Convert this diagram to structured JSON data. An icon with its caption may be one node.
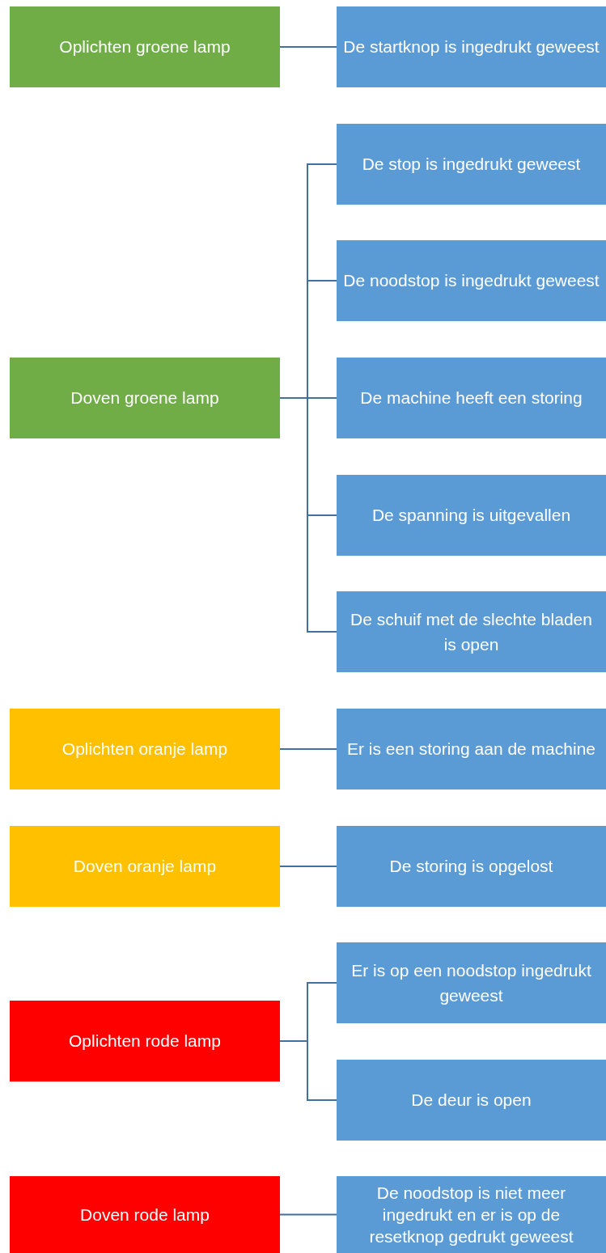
{
  "diagram": {
    "nodes": [
      {
        "text": [
          "Oplichten groene lamp"
        ]
      },
      {
        "text": [
          "De startknop is ingedrukt geweest"
        ]
      },
      {
        "text": [
          "Doven groene lamp"
        ]
      },
      {
        "text": [
          "De stop is ingedrukt geweest"
        ]
      },
      {
        "text": [
          "De noodstop is ingedrukt geweest"
        ]
      },
      {
        "text": [
          "De machine heeft een storing"
        ]
      },
      {
        "text": [
          "De spanning is uitgevallen"
        ]
      },
      {
        "text": [
          "De schuif met de slechte bladen is open"
        ]
      },
      {
        "text": [
          "Oplichten oranje lamp"
        ]
      },
      {
        "text": [
          "Er is een storing aan de machine"
        ]
      },
      {
        "text": [
          "Doven oranje lamp"
        ]
      },
      {
        "text": [
          "De storing is opgelost"
        ]
      },
      {
        "text": [
          "Oplichten rode lamp"
        ]
      },
      {
        "text": [
          "Er is op een noodstop ingedrukt geweest"
        ]
      },
      {
        "text": [
          "De deur is open"
        ]
      },
      {
        "text": [
          "Doven rode lamp"
        ]
      },
      {
        "text": [
          "De noodstop is niet meer ingedrukt en er is op de resetknop gedrukt geweest"
        ]
      }
    ],
    "edges": [
      {
        "from": 0,
        "to": 1,
        "arrow": "none"
      },
      {
        "from": 2,
        "to": 3,
        "arrow": "none"
      },
      {
        "from": 2,
        "to": 4,
        "arrow": "none"
      },
      {
        "from": 2,
        "to": 5,
        "arrow": "none"
      },
      {
        "from": 2,
        "to": 6,
        "arrow": "none"
      },
      {
        "from": 2,
        "to": 7,
        "arrow": "none"
      },
      {
        "from": 8,
        "to": 9,
        "arrow": "none"
      },
      {
        "from": 10,
        "to": 11,
        "arrow": "none"
      },
      {
        "from": 12,
        "to": 13,
        "arrow": "none"
      },
      {
        "from": 12,
        "to": 14,
        "arrow": "none"
      },
      {
        "from": 15,
        "to": 16,
        "arrow": "none"
      }
    ]
  }
}
